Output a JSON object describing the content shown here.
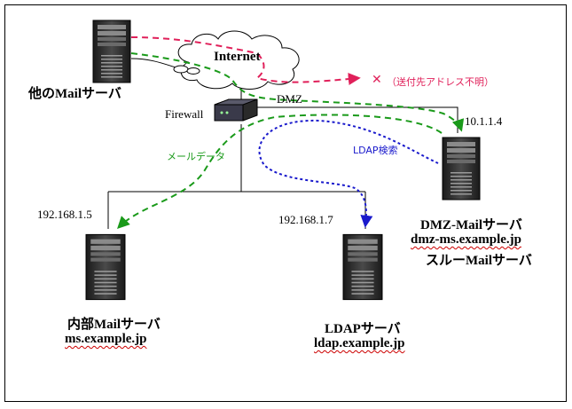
{
  "nodes": {
    "other_mail_server": {
      "label": "他のMailサーバ"
    },
    "internet": {
      "label": "Internet"
    },
    "firewall": {
      "label": "Firewall"
    },
    "dmz": {
      "label": "DMZ"
    },
    "dmz_mail_server": {
      "ip": "10.1.1.4",
      "name": "DMZ-Mailサーバ",
      "host": "dmz-ms.example.jp",
      "role": "スルーMailサーバ"
    },
    "internal_mail_server": {
      "ip": "192.168.1.5",
      "name": "内部Mailサーバ",
      "host": "ms.example.jp"
    },
    "ldap_server": {
      "ip": "192.168.1.7",
      "name": "LDAPサーバ",
      "host": "ldap.example.jp"
    }
  },
  "flows": {
    "mail_data": "メールデータ",
    "ldap_search": "LDAP検索",
    "rejected_mark": "✕",
    "rejected": "（送付先アドレス不明）"
  },
  "colors": {
    "mail_flow": "#1a9a1a",
    "ldap_flow": "#1a1acc",
    "rejected_flow": "#e0205a",
    "wires": "#000000"
  }
}
